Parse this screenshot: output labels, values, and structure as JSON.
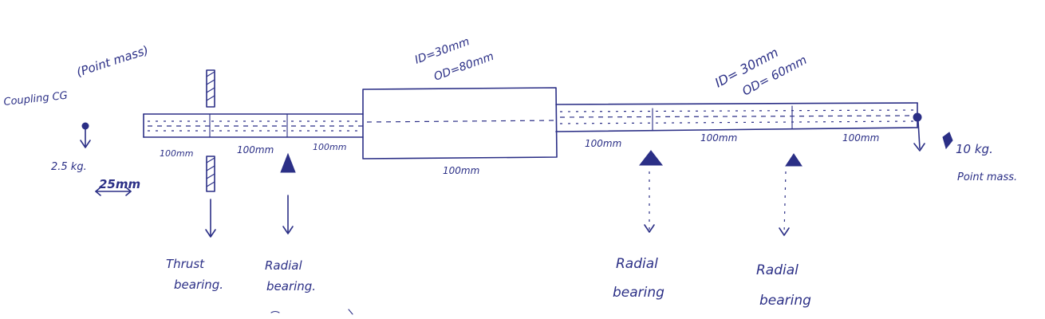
{
  "colors": {
    "ink": "#2b2f86",
    "background": "#ffffff"
  },
  "annotations": {
    "point_mass_note": "(Point mass)",
    "coupling_label": "Coupling CG",
    "coupling_mass": "2.5 kg.",
    "coupling_offset": "25mm",
    "spec_large_id": "ID=30mm",
    "spec_large_od": "OD=80mm",
    "spec_right_id": "ID= 30mm",
    "spec_right_od": "OD= 60mm",
    "right_mass": "10 kg.",
    "right_mass_note": "Point mass."
  },
  "dimensions": {
    "seg1": "100mm",
    "seg2": "100mm",
    "seg3": "100mm",
    "large_seg": "100mm",
    "seg5": "100mm",
    "seg6": "100mm",
    "seg7": "100mm"
  },
  "bearings": {
    "thrust_line1": "Thrust",
    "thrust_line2": "bearing.",
    "radial1_line1": "Radial",
    "radial1_line2": "bearing.",
    "radial2_line1": "Radial",
    "radial2_line2": "bearing",
    "radial3_line1": "Radial",
    "radial3_line2": "bearing"
  },
  "icons": {
    "coupling_mass_marker": "dot-arrow-down-icon",
    "bearing_support": "filled-triangle-icon",
    "thrust_bearing": "hatched-block-icon",
    "end_mass_marker": "dot-arrow-down-icon"
  }
}
